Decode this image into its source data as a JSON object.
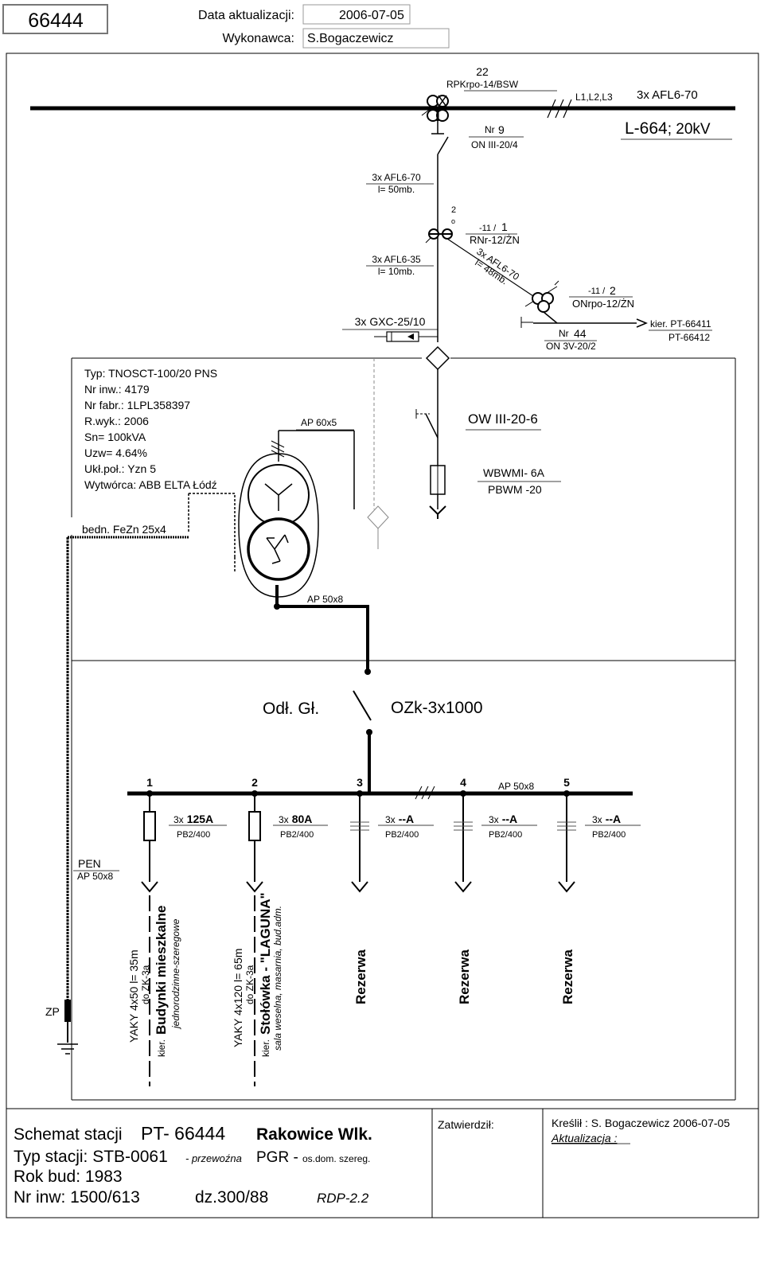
{
  "header": {
    "station_no": "66444",
    "update_label": "Data aktualizacji:",
    "update_value": "2006-07-05",
    "contractor_label": "Wykonawca:",
    "contractor_value": "S.Bogaczewicz"
  },
  "mv_line": {
    "pole_no": "22",
    "pole_type": "RPKrpo-14/BSW",
    "phases": "L1,L2,L3",
    "conductor": "3x AFL6-70",
    "line_name": "L-664",
    "voltage": "; 20kV",
    "sw9_prefix": "Nr",
    "sw9_no": "9",
    "sw9_type": "ON III-20/4",
    "branch_conductor": "3x AFL6-70",
    "branch_length": "l= 50mb.",
    "pole2_no": "2",
    "pole2_mark": "o",
    "pole1_prefix": "-11 /",
    "pole1_no": "1",
    "pole1_type": "RNr-12/ŻN",
    "drop_conductor": "3x AFL6-35",
    "drop_length": "l= 10mb.",
    "diag_conductor": "3x AFL6-70",
    "diag_length": "l= 48mb.",
    "pole_b_prefix": "-11 /",
    "pole_b_no": "2",
    "pole_b_type": "ONrpo-12/ŻN",
    "sw44_prefix": "Nr",
    "sw44_no": "44",
    "sw44_type": "ON 3V-20/2",
    "direction_1": "kier. PT-66411",
    "direction_2": "PT-66412",
    "cable": "3x GXC-25/10"
  },
  "transformer": {
    "typ": "Typ: TNOSCT-100/20 PNS",
    "nr_inw": "Nr inw.: 4179",
    "nr_fabr": "Nr fabr.: 1LPL358397",
    "r_wyk": "R.wyk.: 2006",
    "sn": "Sn= 100kVA",
    "uzw": "Uzw= 4.64%",
    "ukl": "Ukł.poł.: Yzn 5",
    "maker": "Wytwórca: ABB  ELTA  Łódź",
    "hv_busbar": "AP 60x5",
    "earth_bar": "bedn. FeZn 25x4",
    "lv_busbar": "AP 50x8"
  },
  "switchgear": {
    "disconnector": "OW III-20-6",
    "fuse": "WBWMI- 6A",
    "fuse_base": "PBWM -20",
    "main_label": "Odł. Gł.",
    "main_switch": "OZk-3x1000"
  },
  "lv": {
    "busbar": "AP 50x8",
    "pen": "PEN",
    "pen_bar": "AP 50x8",
    "zp": "ZP",
    "feeders": [
      {
        "no": "1",
        "prefix": "3x",
        "rating": "125A",
        "base": "PB2/400",
        "cable": "YAKY 4x50   l= 35m",
        "to": "do ZK-3a",
        "kier": "kier.",
        "name": "Budynki mieszkalne",
        "desc": "jednorodzinne-szeregowe"
      },
      {
        "no": "2",
        "prefix": "3x",
        "rating": "80A",
        "base": "PB2/400",
        "cable": "YAKY 4x120   l= 65m",
        "to": "do ZK-3a",
        "kier": "kier.",
        "name": "Stołówka - \"LAGUNA\"",
        "desc": "sala weselna, masarnia, bud.adm."
      },
      {
        "no": "3",
        "prefix": "3x",
        "rating": "--A",
        "base": "PB2/400",
        "name": "Rezerwa"
      },
      {
        "no": "4",
        "prefix": "3x",
        "rating": "--A",
        "base": "PB2/400",
        "name": "Rezerwa"
      },
      {
        "no": "5",
        "prefix": "3x",
        "rating": "--A",
        "base": "PB2/400",
        "name": "Rezerwa"
      }
    ]
  },
  "footer": {
    "schemat": "Schemat stacji",
    "station": "PT- 66444",
    "place": "Rakowice Wlk.",
    "typ": "Typ stacji: STB-0061",
    "typ_note": "- przewoźna",
    "pgr": "PGR -",
    "pgr_note": "os.dom. szereg.",
    "rok": "Rok bud: 1983",
    "nr_inw": "Nr inw: 1500/613",
    "dz": "dz.300/88",
    "rdp": "RDP-2.2",
    "approved": "Zatwierdził:",
    "drawn": "Kreślił : S. Bogaczewicz 2006-07-05",
    "update": "Aktualizacja :"
  }
}
